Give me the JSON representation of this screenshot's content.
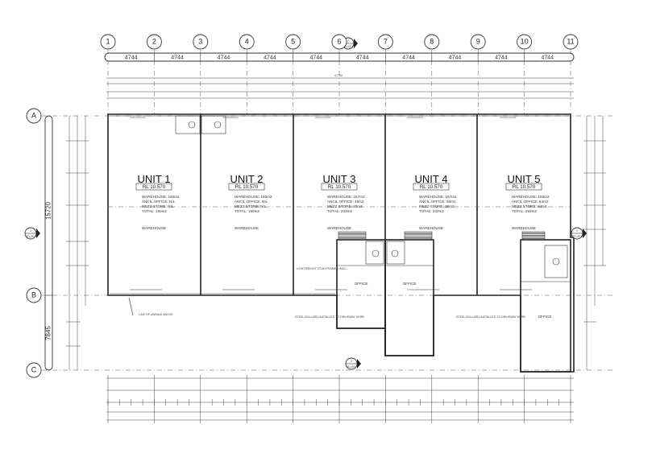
{
  "grid_columns": [
    "1",
    "2",
    "3",
    "4",
    "5",
    "6",
    "7",
    "8",
    "9",
    "10",
    "11"
  ],
  "bay_dims": [
    "4744",
    "4744",
    "4744",
    "4744",
    "4744",
    "4744",
    "4744",
    "4744",
    "4744",
    "4744"
  ],
  "grid_rows": [
    "A",
    "B",
    "C"
  ],
  "side_dims": [
    "15720",
    "7845"
  ],
  "units": [
    {
      "title": "UNIT 1",
      "rl": "RL 10.570",
      "warehouse": "WAREHOUSE: 160m2",
      "office": "ANCIL OFFICE: NIL",
      "mezz": "MEZZ STORE: NIL",
      "total": "TOTAL: 160m2",
      "warehouse_label": "WAREHOUSE"
    },
    {
      "title": "UNIT 2",
      "rl": "RL 10.570",
      "warehouse": "WAREHOUSE: 160m2",
      "office": "ANCIL OFFICE: NIL",
      "mezz": "MEZZ STORE: NIL",
      "total": "TOTAL: 160m2",
      "warehouse_label": "WAREHOUSE"
    },
    {
      "title": "UNIT 3",
      "rl": "RL 10.570",
      "warehouse": "WAREHOUSE: 157m2",
      "office": "ANCIL OFFICE: 46m2",
      "mezz": "MEZZ STORE: 30m2",
      "total": "TOTAL: 233m2",
      "warehouse_label": "WAREHOUSE"
    },
    {
      "title": "UNIT 4",
      "rl": "RL 10.570",
      "warehouse": "WAREHOUSE: 157m2",
      "office": "ANCIL OFFICE: 50m2",
      "mezz": "MEZZ STORE: 35m2",
      "total": "TOTAL: 242m2",
      "warehouse_label": "WAREHOUSE"
    },
    {
      "title": "UNIT 5",
      "rl": "RL 10.570",
      "warehouse": "WAREHOUSE: 155m2",
      "office": "ANCIL OFFICE: 64m2",
      "mezz": "MEZZ STORE: 64m2",
      "total": "TOTAL: 283m2",
      "warehouse_label": "WAREHOUSE"
    }
  ],
  "office_labels": [
    "OFFICE",
    "OFFICE",
    "OFFICE"
  ],
  "section_markers": [
    {
      "num": "2",
      "sheet": "SD-001"
    },
    {
      "num": "2",
      "sheet": "SD-001"
    },
    {
      "num": "2",
      "sheet": "SD-001"
    },
    {
      "num": "2",
      "sheet": "SD-001"
    }
  ],
  "notes": {
    "framed_wall": "LIGHTWEIGHT STUD FRAMED WALL",
    "bollard": "STEEL BOLLARD INSTALLED TO DRIVEWAY KERB",
    "line_of_awning": "LINE OF AWNING ABOVE",
    "overall_dim": "47700"
  },
  "colors": {
    "ink": "#222222",
    "paper": "#ffffff"
  }
}
